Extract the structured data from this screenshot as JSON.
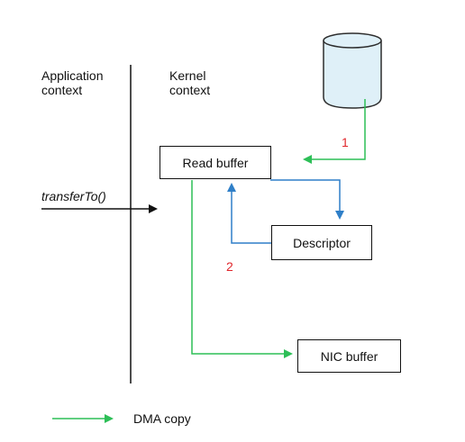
{
  "contexts": {
    "application": "Application\ncontext",
    "kernel": "Kernel\ncontext"
  },
  "boxes": {
    "read_buffer": "Read buffer",
    "descriptor": "Descriptor",
    "nic_buffer": "NIC buffer"
  },
  "call": {
    "label": "transferTo()"
  },
  "steps": {
    "first": "1",
    "second": "2"
  },
  "legend": {
    "dma_copy": "DMA copy"
  },
  "colors": {
    "dma_arrow": "#2dbf57",
    "descriptor_arrow": "#2f7fc8",
    "step_label": "#e0262b",
    "line": "#111111",
    "disk_fill": "#dff0f8",
    "disk_stroke": "#2d2d2d"
  },
  "icons": {
    "disk": "disk-icon"
  }
}
